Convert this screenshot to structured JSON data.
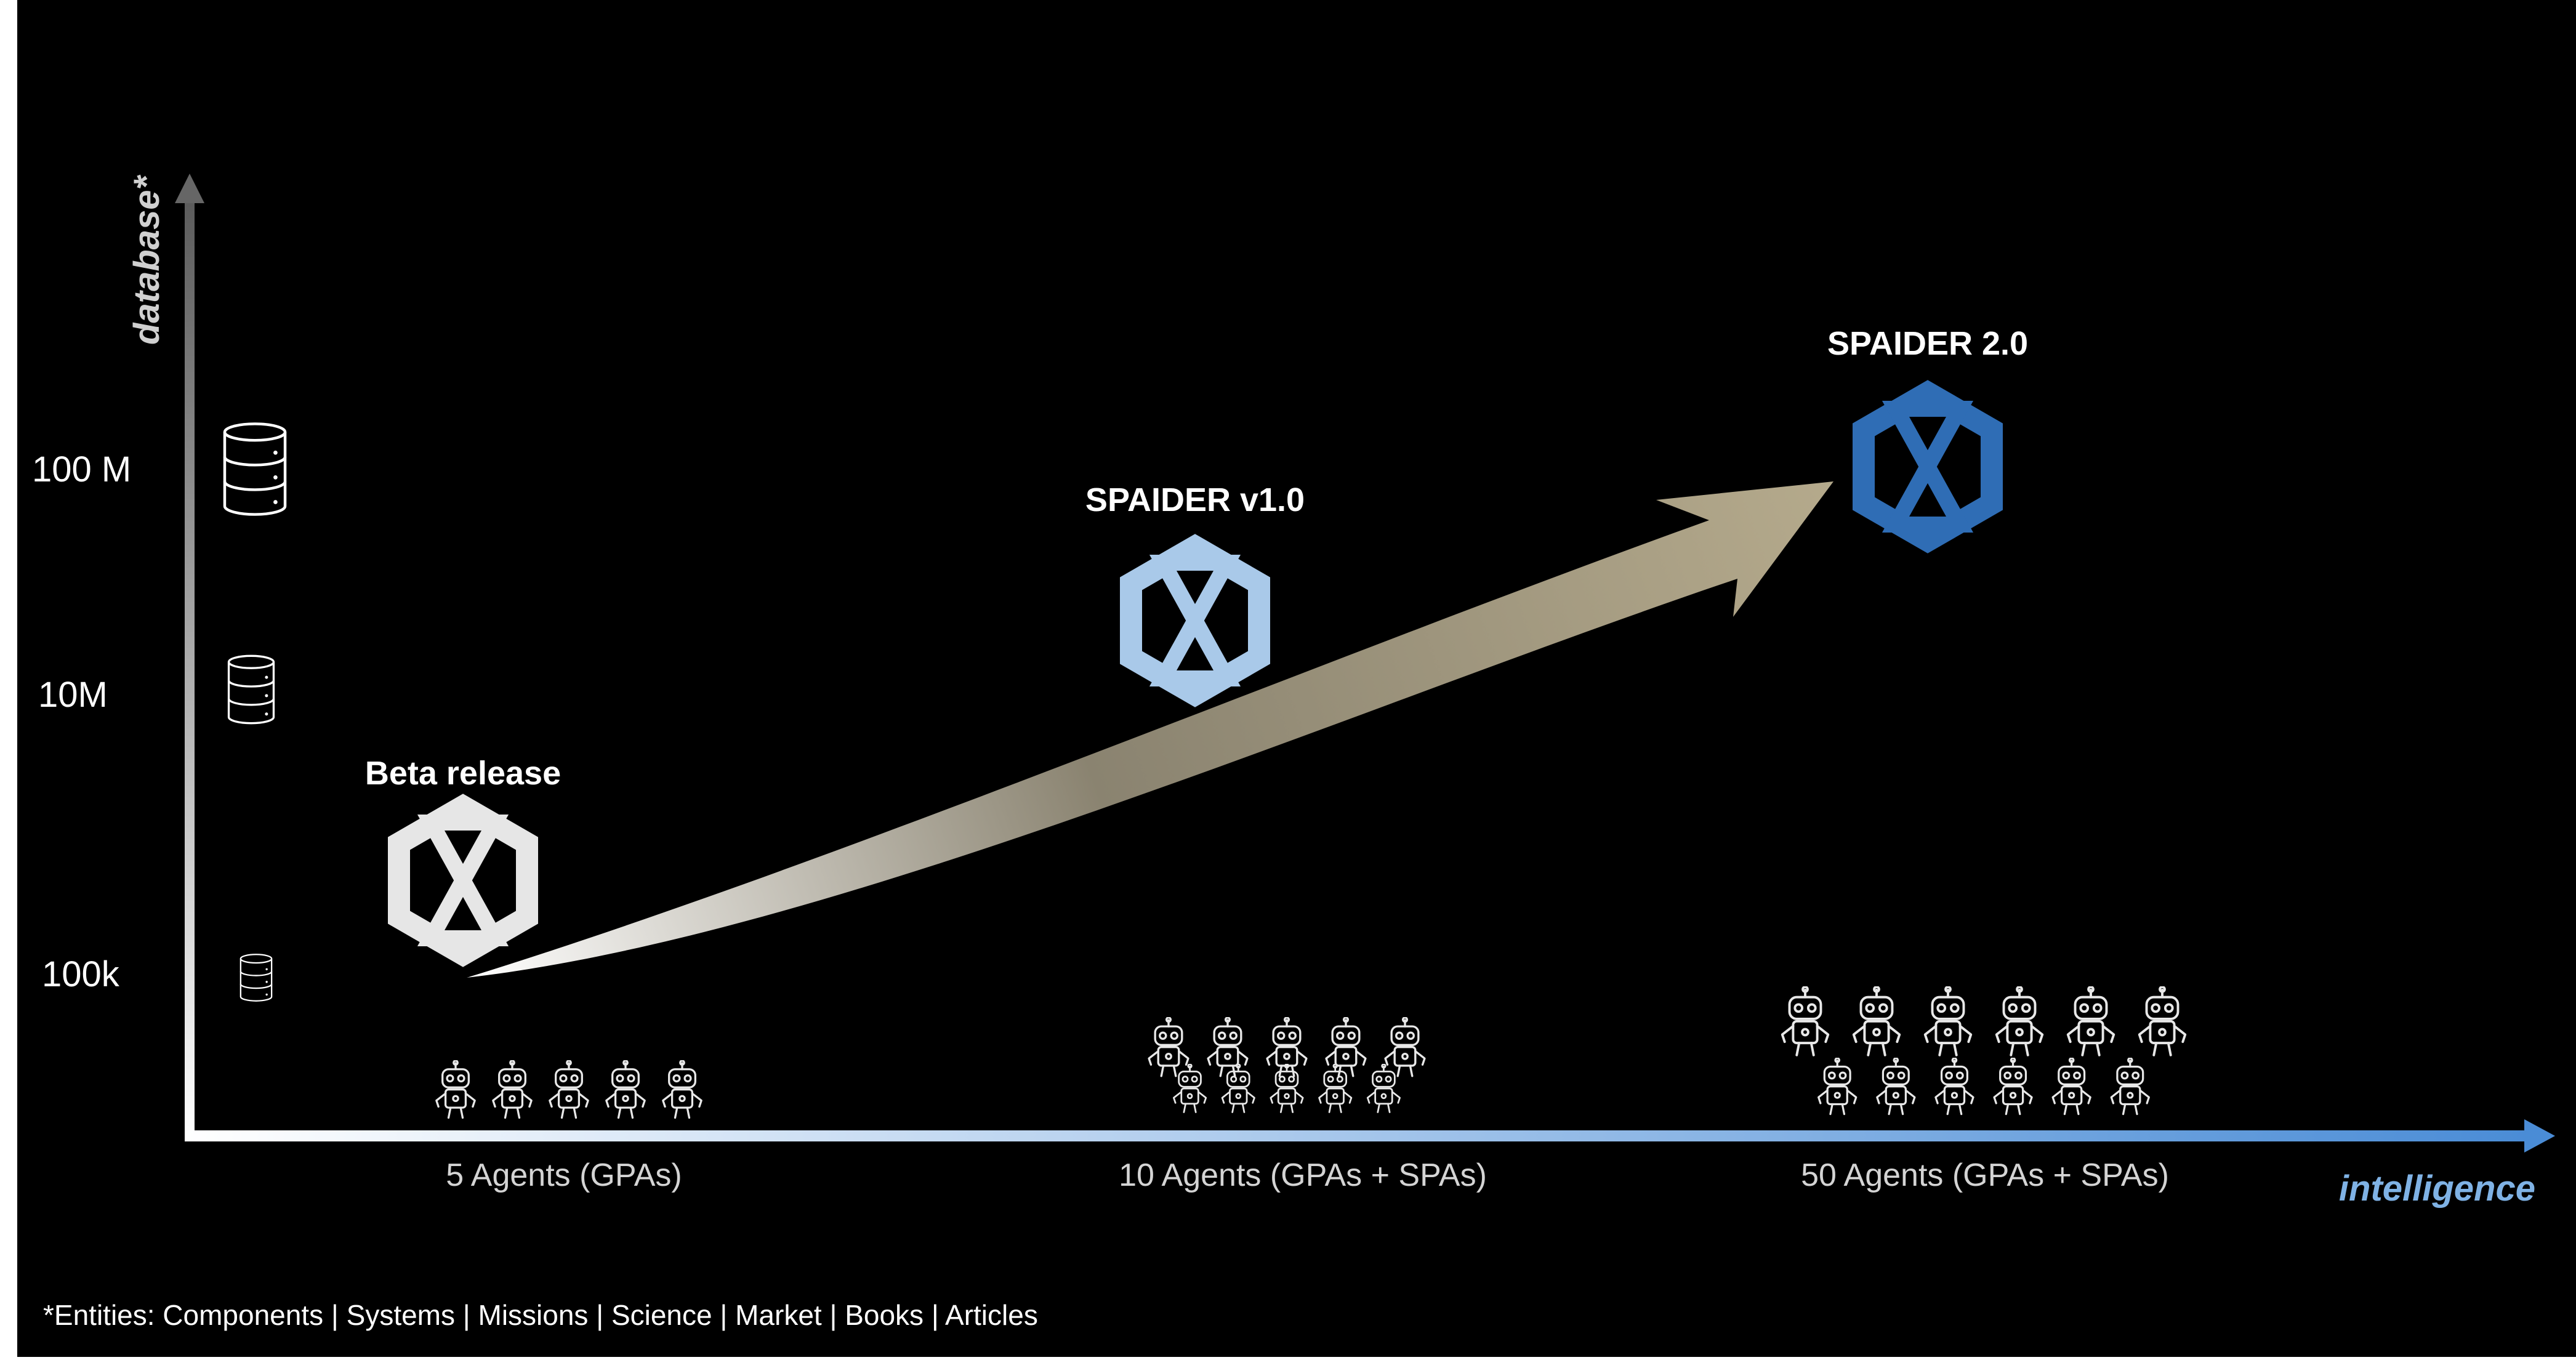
{
  "axes": {
    "y_title": "database*",
    "x_title": "intelligence",
    "y_ticks": [
      "100 M",
      "10M",
      "100k"
    ],
    "x_ticks": [
      "5 Agents (GPAs)",
      "10 Agents (GPAs + SPAs)",
      "50 Agents (GPAs + SPAs)"
    ]
  },
  "milestones": [
    {
      "title": "Beta release",
      "color": "#e6e6e6"
    },
    {
      "title": "SPAIDER v1.0",
      "color": "#a9c9e9"
    },
    {
      "title": "SPAIDER 2.0",
      "color": "#2f6db5"
    }
  ],
  "agent_counts": [
    5,
    10,
    12
  ],
  "icons": {
    "database": "database-icon",
    "robot": "robot-icon",
    "logo": "spaider-hex-logo"
  },
  "colors": {
    "background": "#000000",
    "x_axis_gradient_end": "#4a8cd6",
    "arrow_start": "#ffffff",
    "arrow_end": "#b5aa8c"
  },
  "footnote": "*Entities: Components | Systems | Missions | Science | Market | Books | Articles"
}
